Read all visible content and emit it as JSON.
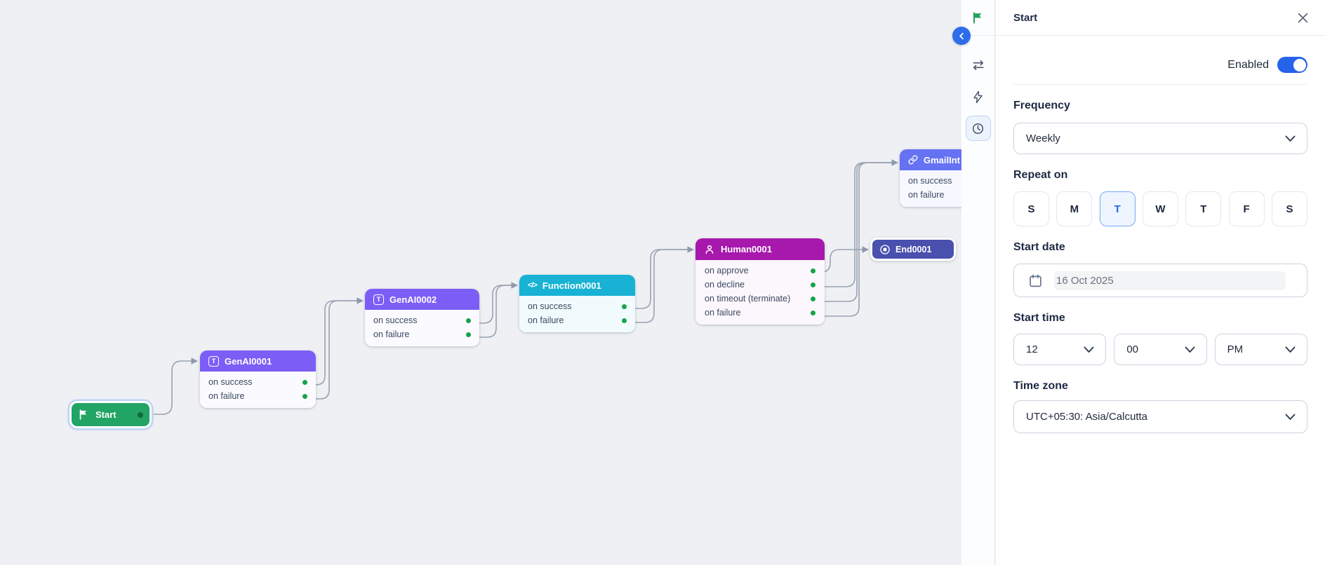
{
  "panel": {
    "title": "Start",
    "enabled": {
      "label": "Enabled",
      "on": true
    },
    "frequency": {
      "label": "Frequency",
      "value": "Weekly"
    },
    "repeat_on": {
      "label": "Repeat on",
      "days": [
        "S",
        "M",
        "T",
        "W",
        "T",
        "F",
        "S"
      ],
      "selected_index": 2,
      "selected_day": "Tuesday"
    },
    "start_date": {
      "label": "Start date",
      "value": "16 Oct 2025"
    },
    "start_time": {
      "label": "Start time",
      "hour": "12",
      "minute": "00",
      "meridiem": "PM"
    },
    "time_zone": {
      "label": "Time zone",
      "value": "UTC+05:30: Asia/Calcutta"
    }
  },
  "canvas": {
    "nodes": [
      {
        "title": "Start",
        "type": "start"
      },
      {
        "title": "GenAI0001",
        "type": "genai",
        "outputs": [
          "on success",
          "on failure"
        ]
      },
      {
        "title": "GenAI0002",
        "type": "genai",
        "outputs": [
          "on success",
          "on failure"
        ]
      },
      {
        "title": "Function0001",
        "type": "function",
        "outputs": [
          "on success",
          "on failure"
        ]
      },
      {
        "title": "Human0001",
        "type": "human",
        "outputs": [
          "on approve",
          "on decline",
          "on timeout (terminate)",
          "on failure"
        ]
      },
      {
        "title": "GmailInt",
        "type": "integration",
        "outputs": [
          "on success",
          "on failure"
        ]
      },
      {
        "title": "End0001",
        "type": "end"
      }
    ]
  },
  "colors": {
    "accent_blue": "#2563eb",
    "start_green": "#21a464",
    "genai_purple": "#7c5ef6",
    "function_cyan": "#17b2d4",
    "human_magenta": "#a718ac",
    "integration_indigo": "#6572f2",
    "end_indigo": "#4a50ae",
    "port_green": "#16a34a",
    "connector_gray": "#99a2b3",
    "selected_day_bg": "#eef5ff",
    "selected_day_border": "#77a8f8"
  }
}
